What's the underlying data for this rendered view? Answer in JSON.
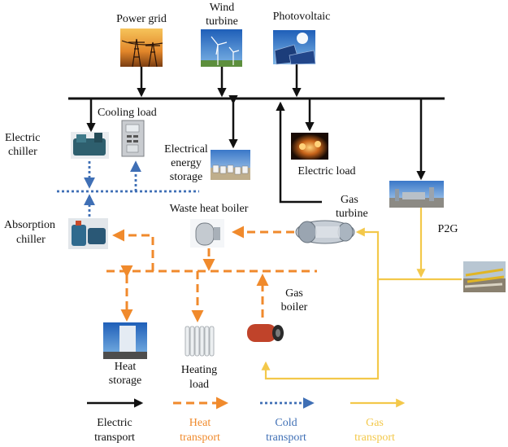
{
  "nodes": {
    "power_grid": {
      "label": "Power grid"
    },
    "wind_turbine": {
      "label_l1": "Wind",
      "label_l2": "turbine"
    },
    "photovoltaic": {
      "label": "Photovoltaic"
    },
    "cooling_load": {
      "label": "Cooling load"
    },
    "electric_chiller": {
      "label_l1": "Electric",
      "label_l2": "chiller"
    },
    "electrical_storage": {
      "label_l1": "Electrical",
      "label_l2": "energy",
      "label_l3": "storage"
    },
    "electric_load": {
      "label": "Electric load"
    },
    "gas_turbine": {
      "label_l1": "Gas",
      "label_l2": "turbine"
    },
    "p2g": {
      "label": "P2G"
    },
    "waste_heat_boiler": {
      "label": "Waste heat boiler"
    },
    "absorption_chiller": {
      "label_l1": "Absorption",
      "label_l2": "chiller"
    },
    "gas_boiler": {
      "label_l1": "Gas",
      "label_l2": "boiler"
    },
    "heat_storage": {
      "label_l1": "Heat",
      "label_l2": "storage"
    },
    "heating_load": {
      "label_l1": "Heating",
      "label_l2": "load"
    }
  },
  "legend": {
    "electric": {
      "l1": "Electric",
      "l2": "transport"
    },
    "heat": {
      "l1": "Heat",
      "l2": "transport"
    },
    "cold": {
      "l1": "Cold",
      "l2": "transport"
    },
    "gas": {
      "l1": "Gas",
      "l2": "transport"
    }
  },
  "colors": {
    "electric": "#111111",
    "heat": "#f08a2c",
    "cold": "#3f6fb5",
    "gas": "#f3c84a"
  }
}
